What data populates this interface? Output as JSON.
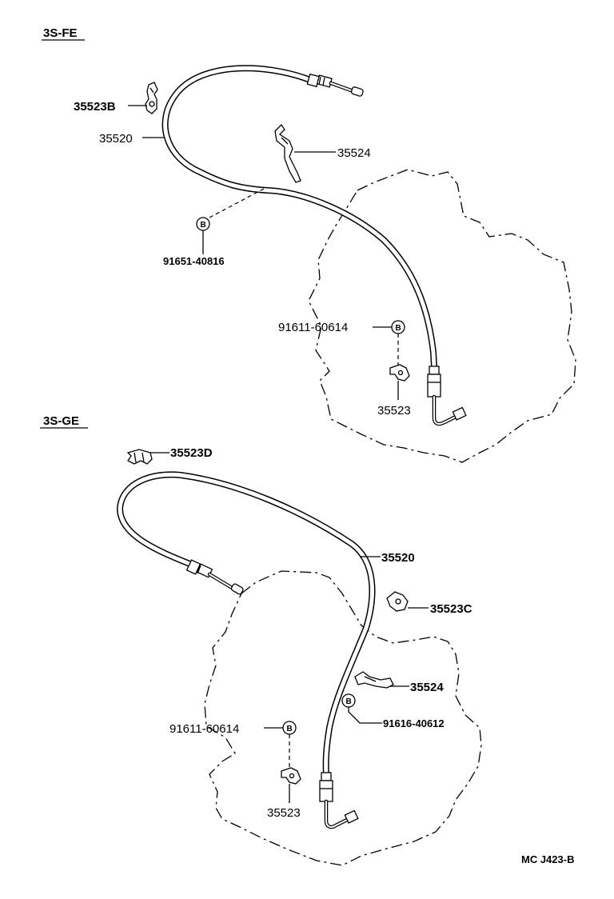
{
  "sections": {
    "upper": {
      "title": "3S-FE",
      "labels": {
        "clamp_b": "35523B",
        "cable": "35520",
        "bracket": "35524",
        "bolt_left": "91651-40816",
        "bolt_right": "91611-60614",
        "clamp": "35523"
      },
      "bolt_mark": "B"
    },
    "lower": {
      "title": "3S-GE",
      "labels": {
        "clamp_d": "35523D",
        "cable": "35520",
        "clamp_c": "35523C",
        "bracket": "35524",
        "bolt_right": "91616-40612",
        "bolt_left": "91611-60614",
        "clamp": "35523"
      },
      "bolt_mark": "B"
    }
  },
  "diagram_code": "MC J423-B"
}
